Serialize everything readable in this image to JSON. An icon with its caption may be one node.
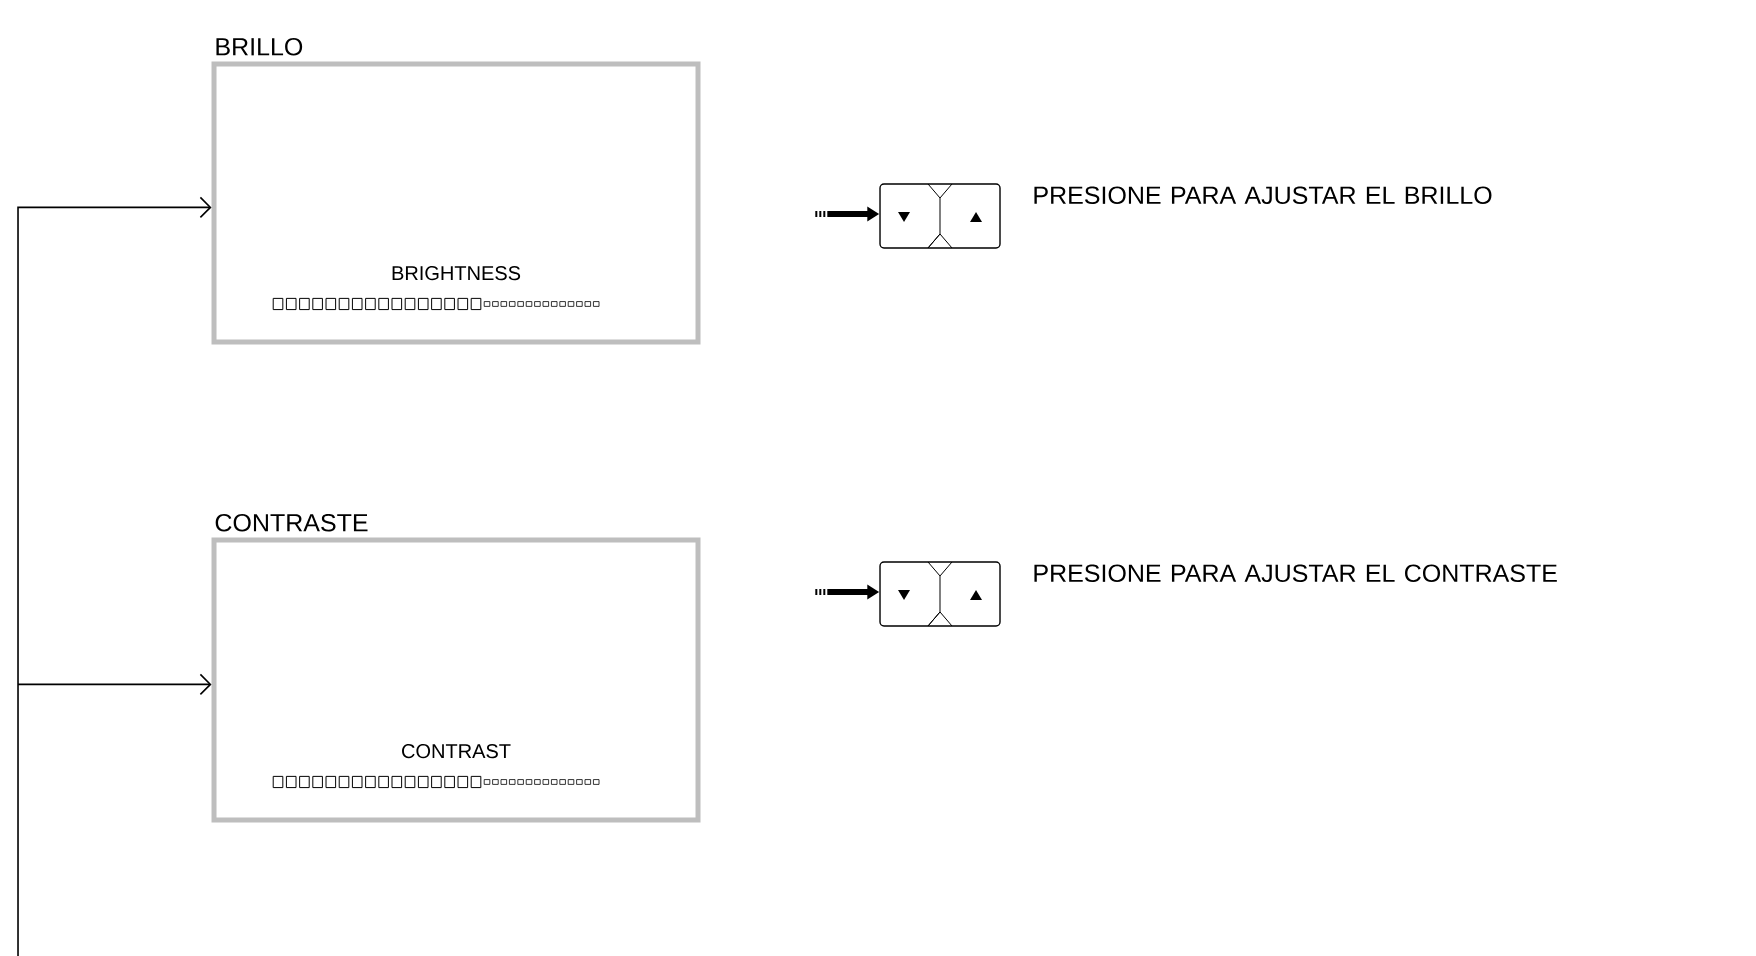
{
  "diagram": {
    "nodes": [
      {
        "text": [
          "BRILLO",
          "BRIGHTNESS"
        ]
      },
      {
        "text": [],
        "shape": "box",
        "beside": [
          "PRESIONE PARA AJUSTAR EL BRILLO"
        ]
      },
      {
        "text": [
          "CONTRASTE",
          "CONTRAST"
        ]
      },
      {
        "text": [],
        "shape": "box",
        "beside": [
          "PRESIONE PARA  AJUSTAR EL CONTRASTE"
        ]
      }
    ],
    "edges": [
      {
        "from": null,
        "to": 0,
        "arrow": "to"
      },
      {
        "from": null,
        "to": 2,
        "arrow": "to"
      },
      {
        "from": null,
        "to": 1,
        "arrow": "to",
        "style": "dashed"
      },
      {
        "from": null,
        "to": 3,
        "arrow": "to",
        "style": "dashed"
      }
    ]
  }
}
